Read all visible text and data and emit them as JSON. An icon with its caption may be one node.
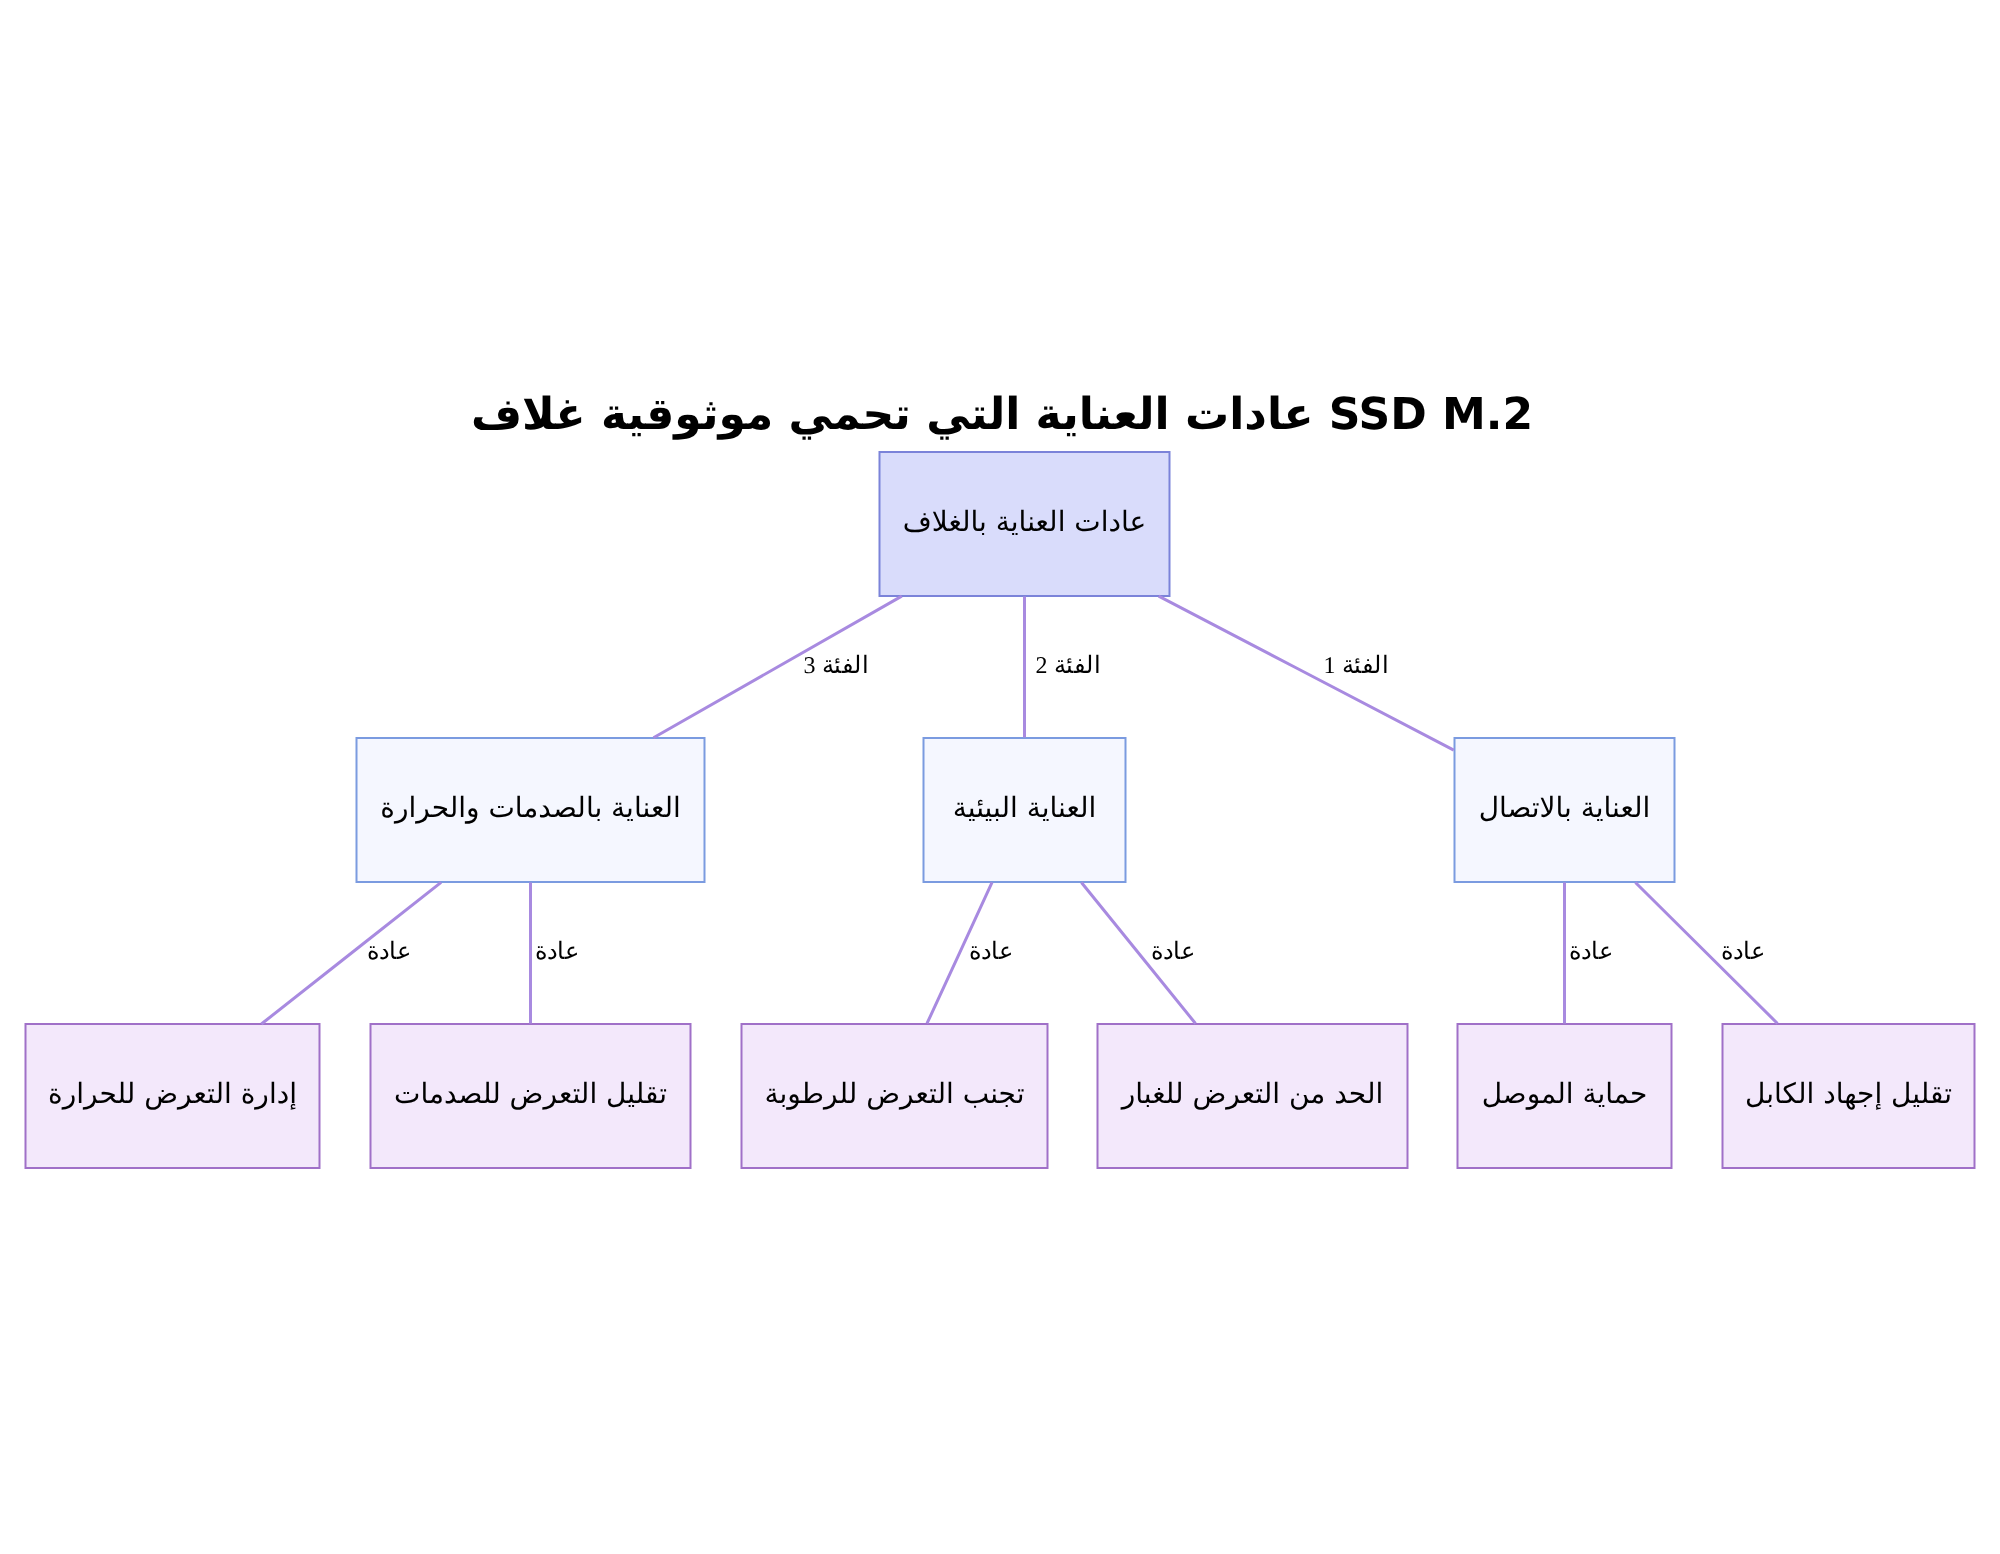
{
  "diagram": {
    "title": "عادات العناية التي تحمي موثوقية غلاف SSD M.2",
    "nodes": [
      {
        "text": [
          "عادات العناية بالغلاف"
        ]
      },
      {
        "text": [
          "العناية بالاتصال"
        ]
      },
      {
        "text": [
          "العناية البيئية"
        ]
      },
      {
        "text": [
          "العناية بالصدمات والحرارة"
        ]
      },
      {
        "text": [
          "تقليل إجهاد الكابل"
        ]
      },
      {
        "text": [
          "حماية الموصل"
        ]
      },
      {
        "text": [
          "الحد من التعرض للغبار"
        ]
      },
      {
        "text": [
          "تجنب التعرض للرطوبة"
        ]
      },
      {
        "text": [
          "تقليل التعرض للصدمات"
        ]
      },
      {
        "text": [
          "إدارة التعرض للحرارة"
        ]
      }
    ],
    "edges": [
      {
        "from": 0,
        "to": 1,
        "arrow": "none",
        "label": "الفئة 1"
      },
      {
        "from": 0,
        "to": 2,
        "arrow": "none",
        "label": "الفئة 2"
      },
      {
        "from": 0,
        "to": 3,
        "arrow": "none",
        "label": "الفئة 3"
      },
      {
        "from": 1,
        "to": 4,
        "arrow": "none",
        "label": "عادة"
      },
      {
        "from": 1,
        "to": 5,
        "arrow": "none",
        "label": "عادة"
      },
      {
        "from": 2,
        "to": 6,
        "arrow": "none",
        "label": "عادة"
      },
      {
        "from": 2,
        "to": 7,
        "arrow": "none",
        "label": "عادة"
      },
      {
        "from": 3,
        "to": 8,
        "arrow": "none",
        "label": "عادة"
      },
      {
        "from": 3,
        "to": 9,
        "arrow": "none",
        "label": "عادة"
      }
    ]
  }
}
